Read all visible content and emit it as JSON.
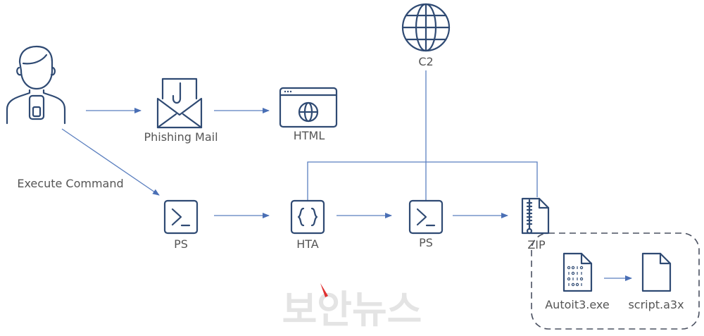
{
  "nodes": {
    "user": {
      "icon": "user-icon"
    },
    "phishing_mail": {
      "label": "Phishing Mail",
      "icon": "phishing-mail-icon"
    },
    "html": {
      "label": "HTML",
      "icon": "browser-globe-icon"
    },
    "c2": {
      "label": "C2",
      "icon": "globe-icon"
    },
    "ps1": {
      "label": "PS",
      "icon": "terminal-icon"
    },
    "hta": {
      "label": "HTA",
      "icon": "code-braces-icon"
    },
    "ps2": {
      "label": "PS",
      "icon": "terminal-icon"
    },
    "zip": {
      "label": "ZIP",
      "icon": "zip-file-icon"
    },
    "autoit": {
      "label": "Autoit3.exe",
      "icon": "binary-file-icon"
    },
    "script": {
      "label": "script.a3x",
      "icon": "file-icon"
    }
  },
  "edge_labels": {
    "execute_command": "Execute Command"
  },
  "watermark": "보안뉴스",
  "colors": {
    "icon": "#2f4a73",
    "arrow": "#5b7fbf",
    "text": "#555555",
    "dashed_box": "#4a5060"
  }
}
